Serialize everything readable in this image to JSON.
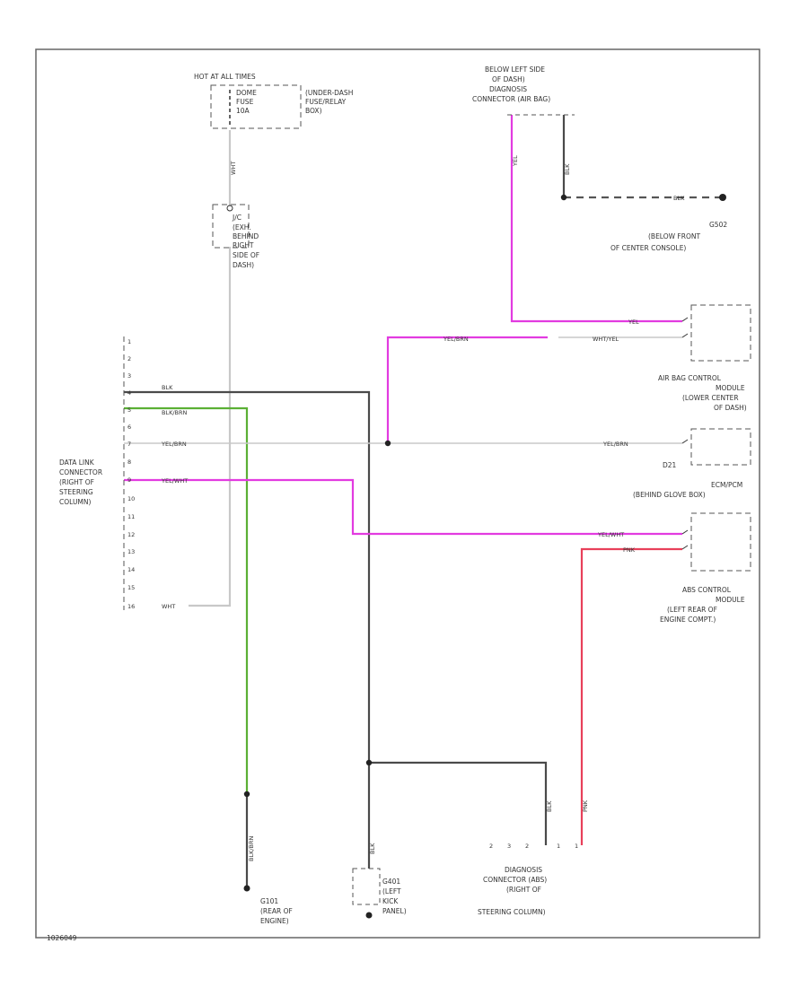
{
  "colors": {
    "black_wire": "#4a4a4a",
    "pink_wire": "#e23be0",
    "green_wire": "#5bb035",
    "red_wire": "#e8405a",
    "gray_wire": "#c8c8c8",
    "dashed": "#555555",
    "border": "#666666"
  },
  "hot_at_all_times": "HOT AT ALL TIMES",
  "fuse_box": {
    "fuse": [
      "DOME",
      "FUSE",
      "10A"
    ],
    "location": [
      "(UNDER-DASH",
      "FUSE/RELAY",
      "BOX)"
    ],
    "wire_color": "WHT"
  },
  "j_c": {
    "name": "J/C",
    "location": [
      "(EXH.",
      "BEHIND",
      "RIGHT",
      "SIDE OF",
      "DASH)"
    ]
  },
  "dlc": {
    "title": [
      "DATA LINK",
      "CONNECTOR",
      "(RIGHT OF",
      "STEERING",
      "COLUMN)"
    ],
    "pins": [
      "1",
      "2",
      "3",
      "4",
      "5",
      "6",
      "7",
      "8",
      "9",
      "10",
      "11",
      "12",
      "13",
      "14",
      "15",
      "16"
    ],
    "wire_4": "BLK",
    "wire_5": "BLK/BRN",
    "wire_7": "YEL/BRN",
    "wire_9": "YEL/WHT",
    "wire_16": "WHT"
  },
  "srs_diag_connector": {
    "title": [
      "BELOW LEFT SIDE",
      "OF DASH)",
      "DIAGNOSIS",
      "CONNECTOR (AIR BAG)"
    ],
    "wire_pink": "YEL",
    "wire_black": "BLK"
  },
  "g502": {
    "wire": "BLK",
    "name": "G502",
    "location": [
      "(BELOW FRONT",
      "OF CENTER CONSOLE)"
    ]
  },
  "airbag_module": {
    "title": [
      "AIR BAG CONTROL",
      "MODULE",
      "(LOWER CENTER",
      "OF DASH)"
    ],
    "wire_a": "YEL",
    "wire_b1": "YEL/BRN",
    "wire_b2": "WHT/YEL"
  },
  "ecm_pcm": {
    "title": [
      "ECM/PCM",
      "(BEHIND GLOVE BOX)"
    ],
    "wire": "YEL/BRN",
    "pin_label": "D21"
  },
  "abs_module": {
    "title": [
      "ABS CONTROL",
      "MODULE",
      "(LEFT REAR OF",
      "ENGINE COMPT.)"
    ],
    "wire_a": "YEL/WHT",
    "wire_b": "PNK"
  },
  "g101": {
    "wire": "BLK/BRN",
    "name": "G101",
    "location": [
      "(REAR OF",
      "ENGINE)"
    ]
  },
  "g401": {
    "wire": "BLK",
    "name": "G401",
    "location": [
      "(LEFT",
      "KICK",
      "PANEL)"
    ]
  },
  "abs_diag_connector": {
    "title": [
      "DIAGNOSIS",
      "CONNECTOR (ABS)",
      "(RIGHT OF",
      "STEERING COLUMN)"
    ],
    "pins": [
      "2",
      "3",
      "2",
      "1",
      "1"
    ],
    "wire_black": "BLK",
    "wire_pink": "PNK"
  },
  "figure_id": "1026049"
}
